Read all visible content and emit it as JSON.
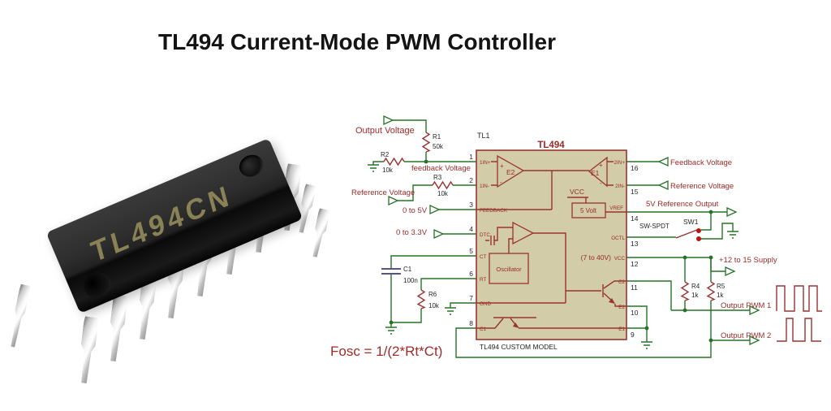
{
  "colors": {
    "wire": "#267326",
    "comp": "#9a3431",
    "text-red": "#9c2b28",
    "ic-fill": "#d2cca8",
    "red-dot": "#b81414",
    "black": "#262626",
    "cap": "#3f3f66"
  },
  "title": "TL494 Current-Mode PWM Controller",
  "chip": {
    "marking": "TL494CN"
  },
  "schematic": {
    "designator": "TL1",
    "chip_name": "TL494",
    "model_note": "TL494 CUSTOM MODEL",
    "formula": "Fosc = 1/(2*Rt*Ct)",
    "labels": {
      "output_voltage": "Output Voltage",
      "feedback_net": "feedback Voltage",
      "reference_voltage_in": "Reference Voltage",
      "range_0_5": "0 to 5V",
      "range_0_33": "0 to 3.3V",
      "feedback_voltage_out": "Feedback Voltage",
      "reference_voltage_out": "Reference Voltage",
      "vref_output": "5V Reference Output",
      "supply": "+12 to 15 Supply",
      "pwm1": "Output PWM 1",
      "pwm2": "Output PWM 2"
    },
    "components": {
      "r1": {
        "ref": "R1",
        "value": "50k"
      },
      "r2": {
        "ref": "R2",
        "value": "10k"
      },
      "r3": {
        "ref": "R3",
        "value": "10k"
      },
      "r4": {
        "ref": "R4",
        "value": "1k"
      },
      "r5": {
        "ref": "R5",
        "value": "1k"
      },
      "r6": {
        "ref": "R6",
        "value": "10k"
      },
      "c1": {
        "ref": "C1",
        "value": "100n"
      },
      "sw1": {
        "ref": "SW1",
        "type": "SW-SPDT"
      }
    },
    "internal": {
      "e2": "E2",
      "e1": "E1",
      "plus": "+",
      "minus": "-",
      "vcc_rail": "VCC",
      "regulator": "5 Volt",
      "oscillator": "Oscillator",
      "vcc_range": "(7 to 40V)"
    },
    "pins": {
      "left": [
        {
          "num": "1",
          "name": "1IN+"
        },
        {
          "num": "2",
          "name": "1IN-"
        },
        {
          "num": "3",
          "name": "FEEDBACK"
        },
        {
          "num": "4",
          "name": "DTC"
        },
        {
          "num": "5",
          "name": "CT"
        },
        {
          "num": "6",
          "name": "RT"
        },
        {
          "num": "7",
          "name": "GND"
        },
        {
          "num": "8",
          "name": "C1"
        }
      ],
      "right": [
        {
          "num": "16",
          "name": "2IN+"
        },
        {
          "num": "15",
          "name": "2IN-"
        },
        {
          "num": "14",
          "name": "VREF"
        },
        {
          "num": "13",
          "name": "OCTL"
        },
        {
          "num": "12",
          "name": "VCC"
        },
        {
          "num": "11",
          "name": "C2"
        },
        {
          "num": "10",
          "name": "E2"
        },
        {
          "num": "9",
          "name": "E1"
        }
      ]
    }
  }
}
